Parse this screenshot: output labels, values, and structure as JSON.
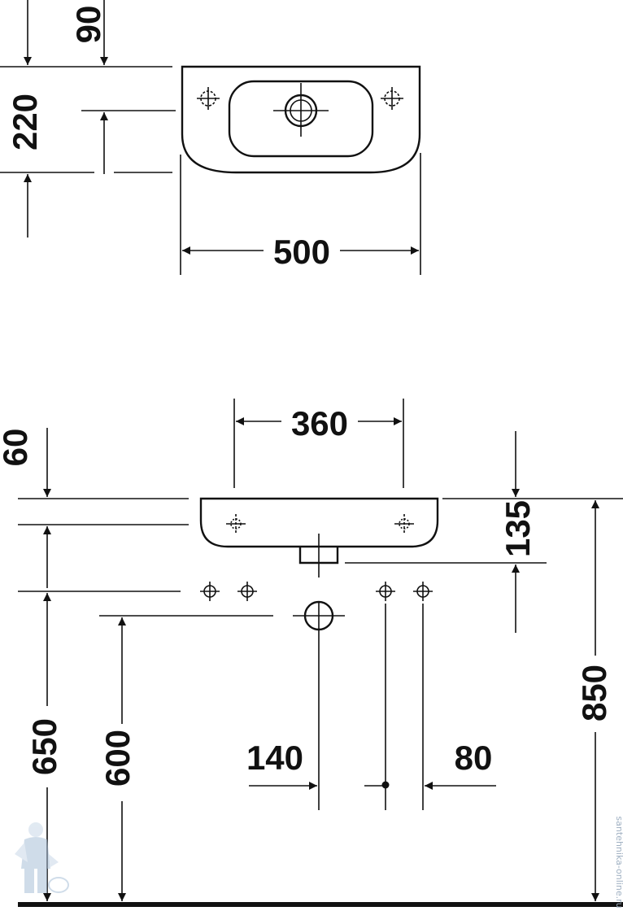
{
  "top_view": {
    "dim_offset": "90",
    "dim_depth": "220",
    "dim_width": "500"
  },
  "front_view": {
    "dim_holes_spacing": "360",
    "dim_rim_offset": "60",
    "dim_trap_depth": "135",
    "dim_rim_height_left": "650",
    "dim_waste_height": "600",
    "dim_waste_offset": "140",
    "dim_supply_spacing": "80",
    "dim_total_height": "850"
  },
  "watermark": {
    "text": "santehnika-online.ru"
  }
}
